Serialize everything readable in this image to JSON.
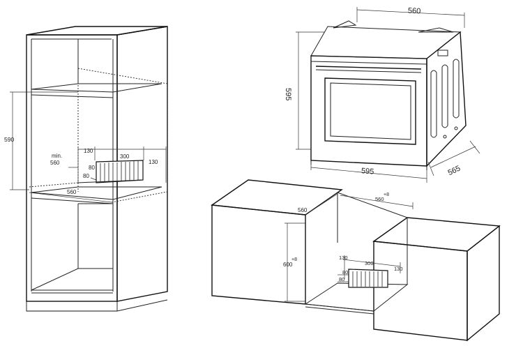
{
  "tall_cabinet": {
    "height_label": "590",
    "min_label": "min.",
    "width_min_label": "560",
    "cutout_offset_left": "130",
    "cutout_width": "300",
    "cutout_offset_right": "130",
    "vent_height_1": "80",
    "vent_height_2": "80",
    "bottom_width_label": "560"
  },
  "oven_dims": {
    "top_width": "560",
    "height": "595",
    "front_width": "595",
    "depth": "565"
  },
  "undercounter": {
    "depth_label": "560",
    "width_tol": "+8",
    "width_label": "560",
    "height_tol": "+8",
    "height_label": "600",
    "cutout_offset_left": "130",
    "cutout_width": "300",
    "cutout_offset_right": "130",
    "vent_height_1": "80",
    "vent_height_2": "80"
  }
}
